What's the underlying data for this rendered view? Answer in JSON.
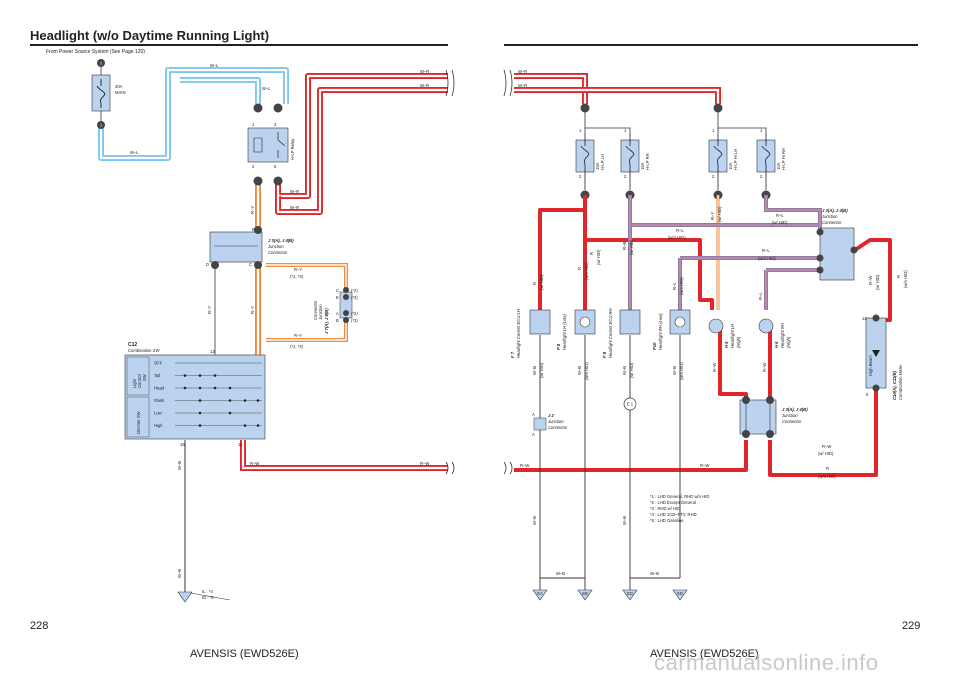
{
  "page": {
    "title": "Headlight (w/o Daytime Running Light)",
    "subtitle": "From Power Source System (See Page 120)",
    "page_left": "228",
    "page_right": "229",
    "model_left": "AVENSIS (EWD526E)",
    "model_right": "AVENSIS (EWD526E)",
    "watermark": "carmanualsonline.info"
  },
  "colors": {
    "red_wire": "#e0262b",
    "blue_wire": "#7ec8ec",
    "orange_wire": "#f08a3c",
    "purple_wire": "#8a7aa8",
    "pink_wire": "#c98fa0",
    "connector_blue": "#bcd3f0"
  },
  "fuse_main": {
    "name": "40A\nMAIN",
    "line1": "40A",
    "line2": "MAIN",
    "pin_top": "1",
    "pin_bot": "1"
  },
  "relay": {
    "name": "H-LP Relay",
    "p1": "1",
    "p2": "2",
    "p3": "3",
    "p5": "5"
  },
  "jc1": {
    "name": "J 3(A), J 4(B)",
    "desc1": "Junction",
    "desc2": "Connector",
    "pin_e": "E",
    "pin_d": "D",
    "pin_c": "C"
  },
  "jc2": {
    "name": "J 7(A), J 8(B)",
    "desc1": "Junction",
    "desc2": "Connector",
    "c": "C",
    "e": "E",
    "a": "A",
    "b": "B",
    "n1": "(*2)",
    "n2": "(*3)",
    "n3": "(*2)",
    "n4": "(*3)"
  },
  "combo_sw": {
    "name": "C12",
    "desc": "Combination SW",
    "pin13": "13",
    "pin16": "16",
    "pin11": "11",
    "light_label": "Light\nControl\nSW",
    "light_l1": "Light",
    "light_l2": "Control",
    "light_l3": "SW",
    "dimmer_label": "Dimmer SW",
    "rows": [
      "OFF",
      "Tail",
      "Head",
      "Flash",
      "Low",
      "High"
    ]
  },
  "wire_labels": {
    "wl1": "W–L",
    "wl2": "W–L",
    "wl3": "W–L",
    "wr1": "W–R",
    "wr2": "W–R",
    "wr3": "W–R",
    "wr4": "W–R",
    "ry1": "R–Y",
    "ry2": "R–Y",
    "ry3": "R–Y",
    "ry4": "R–Y",
    "ry5": "R–Y",
    "ry_note1": "(*2, *3)",
    "ry_note2": "(*2, *3)",
    "wb1": "W–B",
    "wb2": "W–B",
    "rw1": "R–W",
    "rw2": "R–W",
    "ground_note1": "IL : *4",
    "ground_note2": "ID : *5",
    "rw3": "R–W",
    "rw4": "R–W",
    "wr5": "W–R",
    "wr6": "W–R"
  },
  "fuses_right": [
    {
      "name": "15A\nH-LP LH",
      "l1": "15A",
      "l2": "H-LP LH",
      "p1": "1",
      "p2": "2"
    },
    {
      "name": "15A\nH-LP RH",
      "l1": "15A",
      "l2": "H-LP RH",
      "p1": "1",
      "p2": "2"
    },
    {
      "name": "10A\nH-LP HI LH",
      "l1": "10A",
      "l2": "H-LP HI LH",
      "p1": "1",
      "p2": "2"
    },
    {
      "name": "10A\nH-LP HI RH",
      "l1": "10A",
      "l2": "H-LP HI RH",
      "p1": "1",
      "p2": "2"
    }
  ],
  "right_labels": {
    "r1": "R",
    "r1n": "(w/ HID)",
    "r2": "R",
    "r2n": "(w/o HID)",
    "rb": "R–B",
    "rbn": "(w/ HID)",
    "rl1": "R–L",
    "rl1n": "(w/o HID)",
    "rl2": "R–L",
    "rl2n": "(w/ HID)",
    "rl3": "R–L",
    "rl3n": "(w/o HID)",
    "ry": "R–Y",
    "ryn": "(w/ HID)",
    "rl4": "R–L",
    "rl4n": "(w/o HID)",
    "rl5": "R–L",
    "rw_r1": "R–W",
    "rw_r1n": "(w/ HID)",
    "r_r1": "R",
    "r_r1n": "(w/o HID)",
    "rw_b1": "R–W",
    "rw_b2": "R–W",
    "rw_b3": "R–W",
    "rw_b3n": "(w/ HID)",
    "r_b": "R",
    "r_bn": "(w/o HID)",
    "wb_a": "W–B",
    "wb_an": "(w/ HID)",
    "wb_b": "W–B",
    "wb_bn": "(w/o HID)",
    "wb_c": "W–B",
    "wb_cn": "(w/ HID)",
    "wb_d": "W–B",
    "wb_dn": "(w/o HID)",
    "wb_e": "W–B",
    "wb_f": "W–B",
    "wb_g": "W–B",
    "wb_h": "W–B"
  },
  "components_right": [
    {
      "id": "F 7",
      "l1": "Headlight Control ECU LH"
    },
    {
      "id": "P 8",
      "l1": "Headlight LH (Low)"
    },
    {
      "id": "F 8",
      "l1": "Headlight Control ECU RH"
    },
    {
      "id": "P10",
      "l1": "Headlight RH (Low)"
    },
    {
      "id": "H 5",
      "l1": "Headlight LH",
      "l2": "(High)"
    },
    {
      "id": "H 6",
      "l1": "Headlight RH",
      "l2": "(High)"
    }
  ],
  "j2": {
    "name": "J 2",
    "l1": "Junction",
    "l2": "Connector",
    "pa": "A",
    "pb": "A"
  },
  "jc3": {
    "name": "J 3(A), J 4(B)",
    "l1": "Junction",
    "l2": "Connector"
  },
  "jc4": {
    "name": "J 3(A), J 4(B)",
    "l1": "Junction",
    "l2": "Connector"
  },
  "meter": {
    "name": "C10(A), C11(B)",
    "l1": "Combination Meter",
    "beam": "High Beam",
    "p12": "12",
    "p5": "5"
  },
  "splice": {
    "label": "E 1"
  },
  "notes": [
    "*1 : LHD General,  RHD w/o HID",
    "*2 : LHD Except General",
    "*3 : RHD w/ HID",
    "*4 : LHD 1CD–FTV,  RHD",
    "*5 : LHD Gasoline"
  ],
  "grounds_right": [
    "EA",
    "EB",
    "ED",
    "ED"
  ]
}
